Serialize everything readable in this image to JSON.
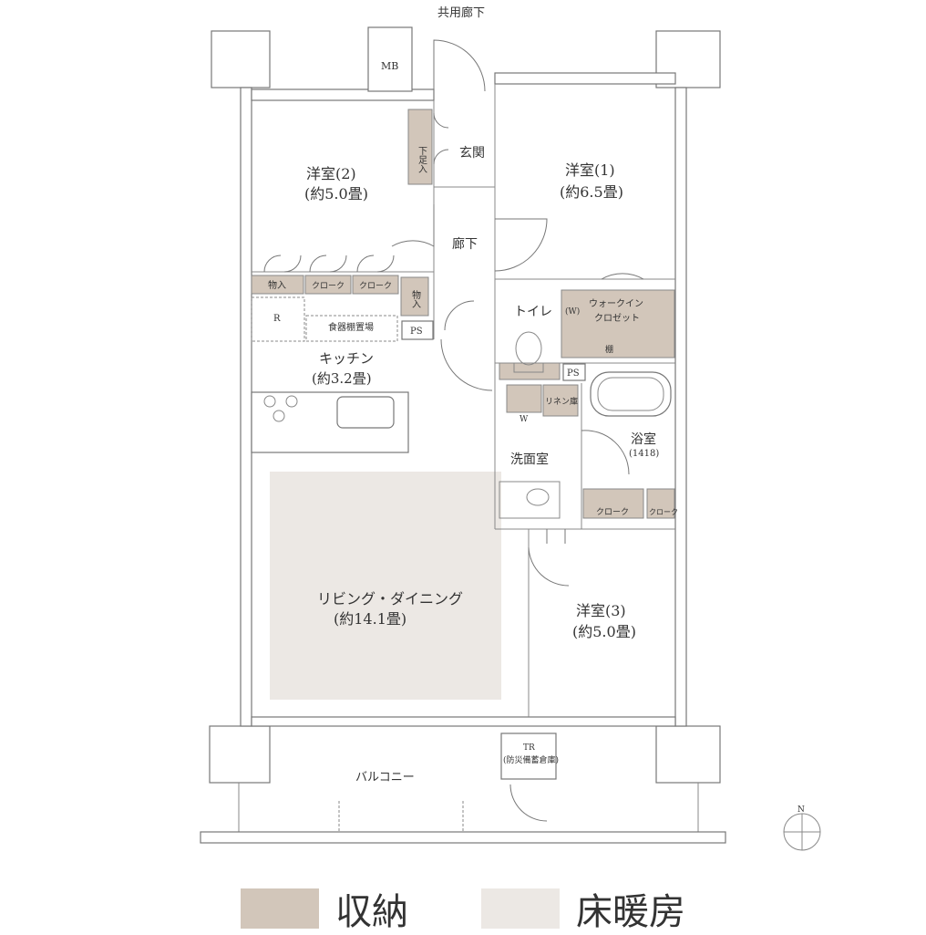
{
  "corridor_label": "共用廊下",
  "mb_label": "MB",
  "rooms": {
    "western2": {
      "name": "洋室(2)",
      "size": "(約5.0畳)"
    },
    "western1": {
      "name": "洋室(1)",
      "size": "(約6.5畳)"
    },
    "western3": {
      "name": "洋室(3)",
      "size": "(約5.0畳)"
    },
    "kitchen": {
      "name": "キッチン",
      "size": "(約3.2畳)"
    },
    "living": {
      "name": "リビング・ダイニング",
      "size": "(約14.1畳)"
    },
    "entrance": "玄関",
    "hallway": "廊下",
    "toilet": "トイレ",
    "washroom": "洗面室",
    "bath": {
      "name": "浴室",
      "size": "(1418)"
    },
    "balcony": "バルコニー"
  },
  "storage_labels": {
    "shoe": "下足入",
    "mono1": "物入",
    "mono2": "物入",
    "cloak1": "クローク",
    "cloak2": "クローク",
    "cloak3": "クローク",
    "cloak4": "クローク",
    "linen": "リネン庫",
    "walkin_1": "ウォークイン",
    "walkin_2": "クロゼット",
    "walkin_w": "(W)",
    "shelf": "棚",
    "dish": "食器棚置場",
    "fridge": "R",
    "ps1": "PS",
    "ps2": "PS",
    "washer": "W",
    "tr_1": "TR",
    "tr_2": "(防災備蓄倉庫)"
  },
  "compass": "N",
  "legend": [
    {
      "label": "収納",
      "color": "#d2c6ba"
    },
    {
      "label": "床暖房",
      "color": "#ece8e4"
    }
  ]
}
